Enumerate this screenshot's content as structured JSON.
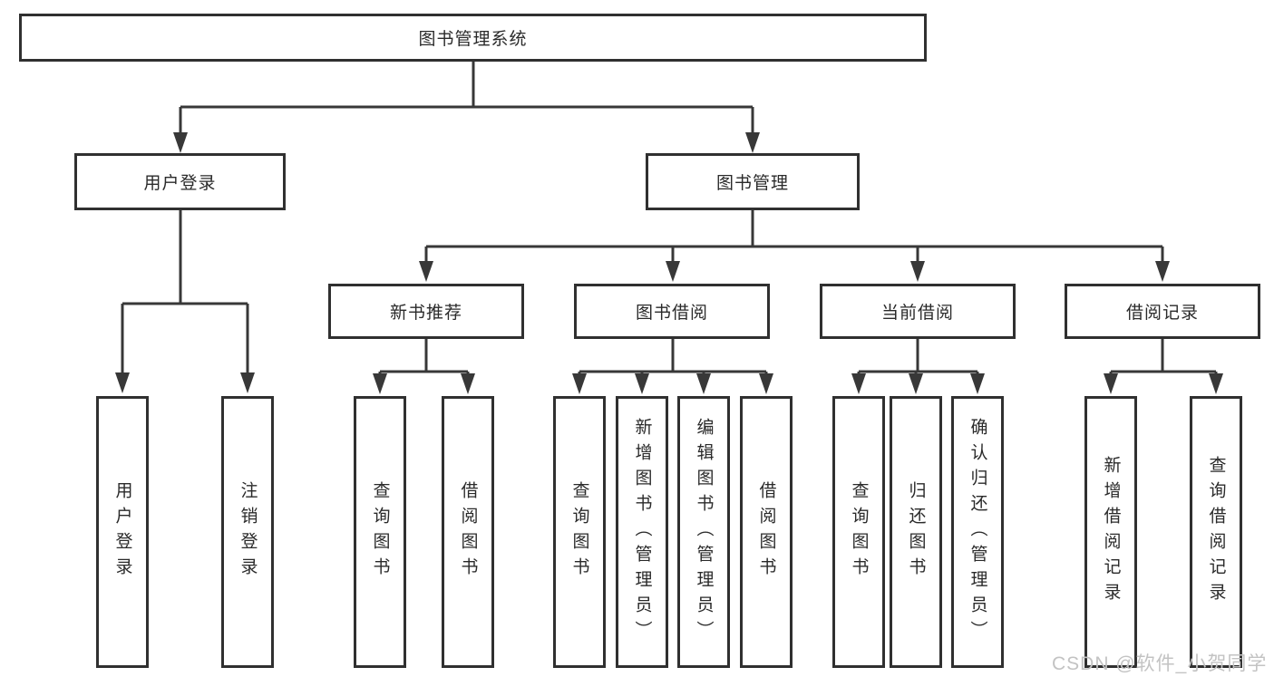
{
  "tree": {
    "root": {
      "label": "图书管理系统"
    },
    "branches": [
      {
        "label": "用户登录",
        "leaves": [
          "用户登录",
          "注销登录"
        ]
      },
      {
        "label": "图书管理",
        "groups": [
          {
            "label": "新书推荐",
            "leaves": [
              "查询图书",
              "借阅图书"
            ]
          },
          {
            "label": "图书借阅",
            "leaves": [
              "查询图书",
              "新增图书（管理员）",
              "编辑图书（管理员）",
              "借阅图书"
            ]
          },
          {
            "label": "当前借阅",
            "leaves": [
              "查询图书",
              "归还图书",
              "确认归还（管理员）"
            ]
          },
          {
            "label": "借阅记录",
            "leaves": [
              "新增借阅记录",
              "查询借阅记录"
            ]
          }
        ]
      }
    ]
  },
  "watermark": {
    "text": "CSDN @软件_小贺同学"
  },
  "colors": {
    "line": "#383838",
    "box_border": "#303030",
    "box_fill": "#ffffff",
    "text": "#2a2a2a",
    "watermark": "#c3c3c3",
    "background": "#ffffff"
  }
}
